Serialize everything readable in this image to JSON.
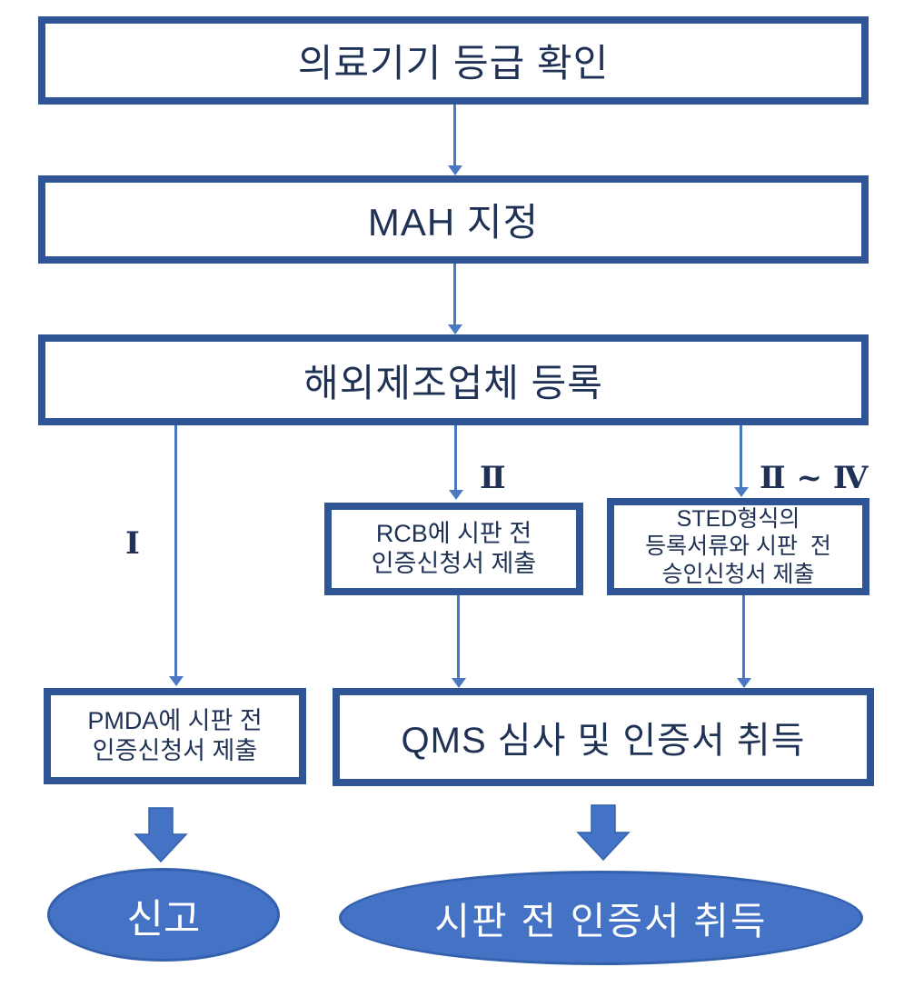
{
  "flowchart": {
    "boxes": {
      "class_check": "의료기기 등급 확인",
      "mah": "MAH 지정",
      "overseas_reg": "해외제조업체 등록",
      "rcb": {
        "line1": "RCB에 시판 전",
        "line2": "인증신청서 제출"
      },
      "sted": {
        "line1": "STED형식의",
        "line2": "등록서류와 시판  전",
        "line3": "승인신청서 제출"
      },
      "pmda": {
        "line1": "PMDA에 시판 전",
        "line2": "인증신청서 제출"
      },
      "qms": "QMS 심사 및 인증서 취득"
    },
    "branch_labels": {
      "class1": "Ⅰ",
      "class2": "Ⅱ",
      "class2_to_4": "Ⅱ ~ Ⅳ"
    },
    "terminals": {
      "report": "신고",
      "premarket_cert": "시판 전 인증서 취득"
    },
    "colors": {
      "box_border": "#2f5597",
      "text_navy": "#1f3155",
      "connector_blue": "#4a78c2",
      "shape_fill": "#4472c4",
      "shape_stroke": "#3461ad",
      "terminal_text": "#ffffff"
    }
  }
}
